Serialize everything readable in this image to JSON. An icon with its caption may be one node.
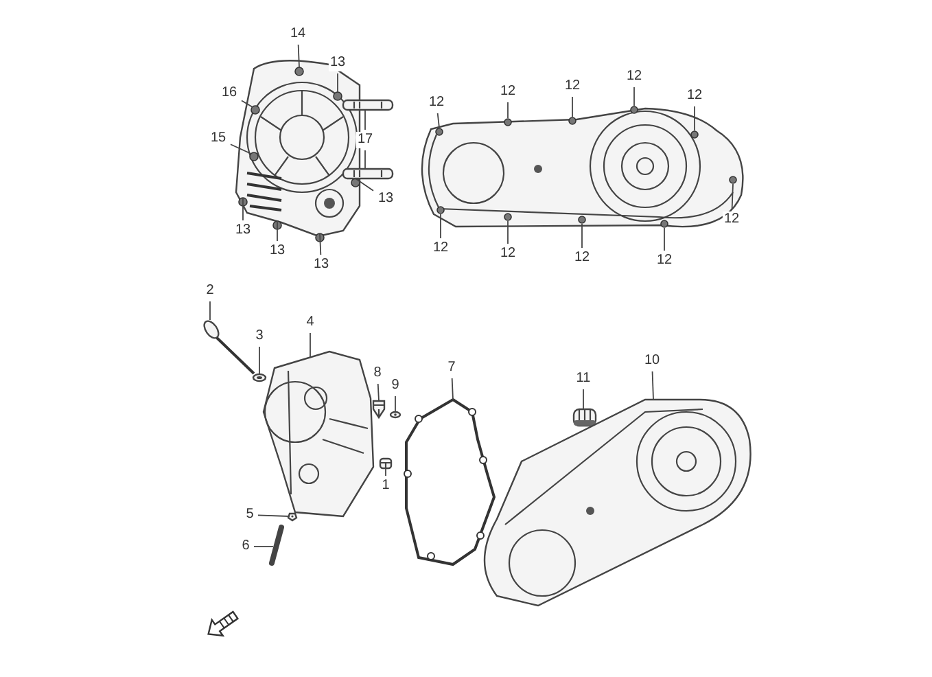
{
  "diagram": {
    "nodes": [
      {
        "text": [
          "14"
        ]
      },
      {
        "text": [
          "13"
        ]
      },
      {
        "text": [
          "16"
        ]
      },
      {
        "text": [
          "17"
        ]
      },
      {
        "text": [
          "15"
        ]
      },
      {
        "text": [
          "13"
        ]
      },
      {
        "text": [
          "13"
        ]
      },
      {
        "text": [
          "13"
        ]
      },
      {
        "text": [
          "13"
        ]
      },
      {
        "text": [
          "12"
        ]
      },
      {
        "text": [
          "12"
        ]
      },
      {
        "text": [
          "12"
        ]
      },
      {
        "text": [
          "12"
        ]
      },
      {
        "text": [
          "12"
        ]
      },
      {
        "text": [
          "12"
        ]
      },
      {
        "text": [
          "12"
        ]
      },
      {
        "text": [
          "12"
        ]
      },
      {
        "text": [
          "12"
        ]
      },
      {
        "text": [
          "12"
        ]
      },
      {
        "text": [
          "2"
        ]
      },
      {
        "text": [
          "4"
        ]
      },
      {
        "text": [
          "3"
        ]
      },
      {
        "text": [
          "10"
        ]
      },
      {
        "text": [
          "7"
        ]
      },
      {
        "text": [
          "8"
        ]
      },
      {
        "text": [
          "11"
        ]
      },
      {
        "text": [
          "9"
        ]
      },
      {
        "text": [
          "1"
        ]
      },
      {
        "text": [
          "5"
        ]
      },
      {
        "text": [
          "6"
        ]
      },
      {
        "text": [],
        "shape": "picture"
      },
      {
        "text": [],
        "shape": "picture"
      },
      {
        "text": [],
        "shape": "picture"
      },
      {
        "text": [],
        "shape": "picture"
      },
      {
        "text": [],
        "shape": "picture"
      },
      {
        "text": [],
        "shape": "picture"
      },
      {
        "text": [],
        "shape": "picture"
      },
      {
        "text": [],
        "shape": "picture"
      },
      {
        "text": [],
        "shape": "picture"
      },
      {
        "text": [],
        "shape": "picture"
      },
      {
        "text": [],
        "shape": "picture"
      },
      {
        "text": [],
        "shape": "picture"
      },
      {
        "text": [],
        "shape": "picture"
      },
      {
        "text": [],
        "shape": "picture"
      },
      {
        "text": [],
        "shape": "picture"
      }
    ],
    "edges": [
      {
        "from": 0,
        "to": 30,
        "arrow": "none"
      },
      {
        "from": 1,
        "to": 30,
        "arrow": "none"
      },
      {
        "from": 2,
        "to": 30,
        "arrow": "none"
      },
      {
        "from": 3,
        "to": 31,
        "arrow": "none"
      },
      {
        "from": 3,
        "to": 32,
        "arrow": "none"
      },
      {
        "from": 4,
        "to": 30,
        "arrow": "none"
      },
      {
        "from": 5,
        "to": 30,
        "arrow": "none"
      },
      {
        "from": 6,
        "to": 30,
        "arrow": "none"
      },
      {
        "from": 7,
        "to": 30,
        "arrow": "none"
      },
      {
        "from": 8,
        "to": 30,
        "arrow": "none"
      },
      {
        "from": 9,
        "to": 33,
        "arrow": "none"
      },
      {
        "from": 10,
        "to": 33,
        "arrow": "none"
      },
      {
        "from": 11,
        "to": 33,
        "arrow": "none"
      },
      {
        "from": 12,
        "to": 33,
        "arrow": "none"
      },
      {
        "from": 13,
        "to": 33,
        "arrow": "none"
      },
      {
        "from": 14,
        "to": 33,
        "arrow": "none"
      },
      {
        "from": 15,
        "to": 33,
        "arrow": "none"
      },
      {
        "from": 16,
        "to": 33,
        "arrow": "none"
      },
      {
        "from": 17,
        "to": 33,
        "arrow": "none"
      },
      {
        "from": 18,
        "to": 33,
        "arrow": "none"
      },
      {
        "from": 19,
        "to": 34,
        "arrow": "none"
      },
      {
        "from": 20,
        "to": 36,
        "arrow": "none"
      },
      {
        "from": 21,
        "to": 35,
        "arrow": "none"
      },
      {
        "from": 22,
        "to": 42,
        "arrow": "none"
      },
      {
        "from": 23,
        "to": 40,
        "arrow": "none"
      },
      {
        "from": 24,
        "to": 37,
        "arrow": "none"
      },
      {
        "from": 25,
        "to": 41,
        "arrow": "none"
      },
      {
        "from": 26,
        "to": 38,
        "arrow": "none"
      },
      {
        "from": 27,
        "to": 39,
        "arrow": "none"
      },
      {
        "from": 28,
        "to": 43,
        "arrow": "none"
      },
      {
        "from": 29,
        "to": 44,
        "arrow": "none"
      }
    ]
  }
}
